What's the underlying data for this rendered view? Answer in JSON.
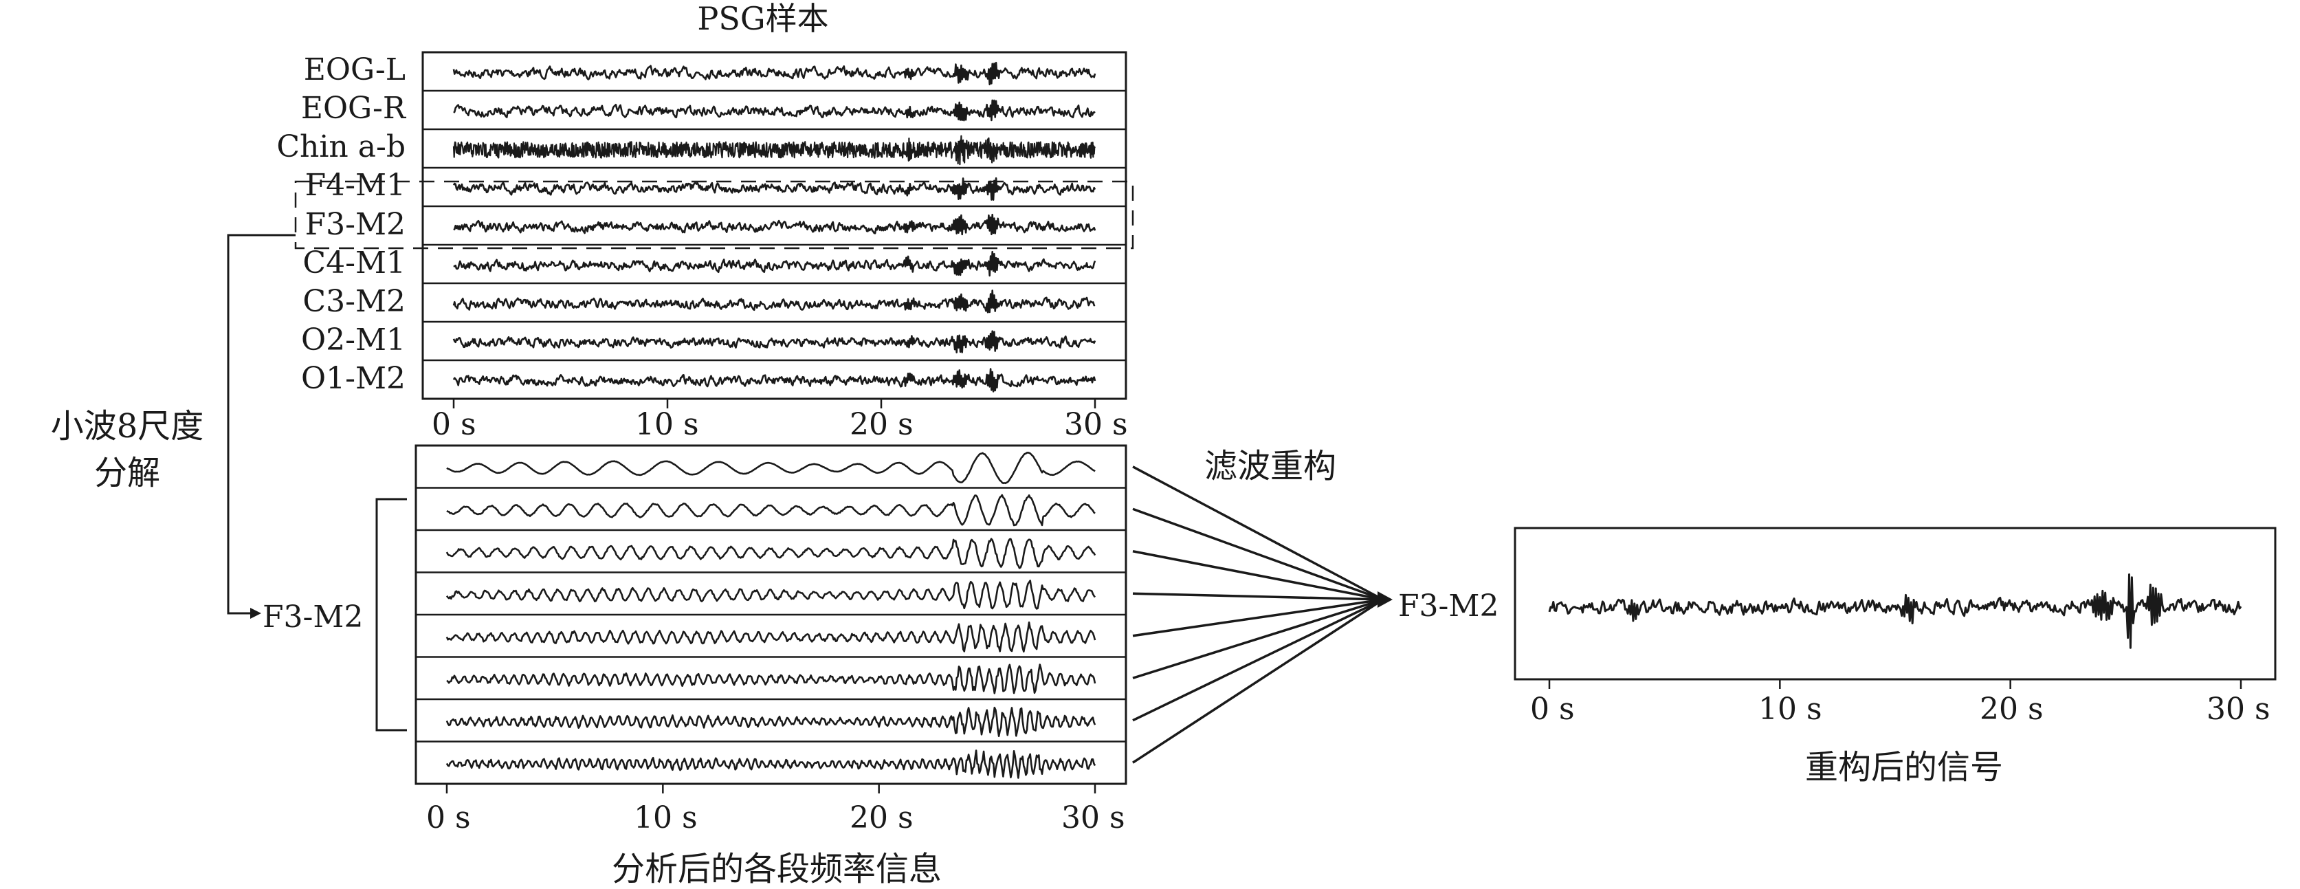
{
  "title_top": "PSG样本",
  "psg_channels": [
    "EOG-L",
    "EOG-R",
    "Chin a-b",
    "F4-M1",
    "F3-M2",
    "C4-M1",
    "C3-M2",
    "O2-M1",
    "O1-M2"
  ],
  "decomp_label": "小波8尺度分解",
  "decomp_label_line1": "小波8尺度",
  "decomp_label_line2": "分解",
  "decomp_channel": "F3-M2",
  "filter_label": "滤波重构",
  "recon_channel": "F3-M2",
  "time_ticks": [
    "0 s",
    "10 s",
    "20 s",
    "30 s"
  ],
  "caption_mid": "分析后的各段频率信息",
  "caption_right": "重构后的信号",
  "colors": {
    "ink": "#1a1a1a",
    "background": "#ffffff"
  }
}
